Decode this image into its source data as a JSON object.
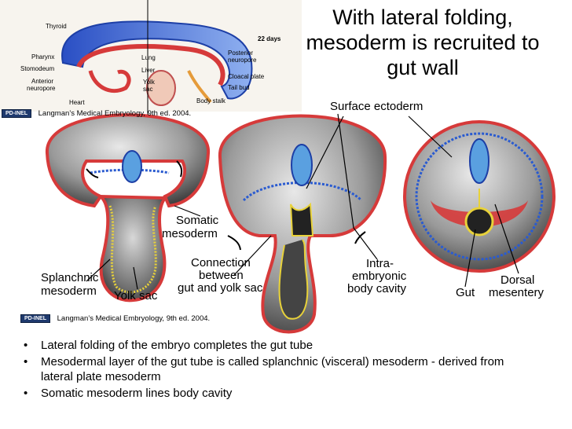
{
  "title": "With lateral folding, mesoderm is recruited to gut wall",
  "top_figure": {
    "labels": {
      "thyroid": "Thyroid",
      "pharynx": "Pharynx",
      "stomodeum": "Stomodeum",
      "anterior_neuropore": "Anterior\nneuropore",
      "heart": "Heart",
      "lung": "Lung",
      "liver": "Liver",
      "yolk_sac": "Yolk\nsac",
      "age": "22 days",
      "posterior_neuropore": "Posterior\nneuropore",
      "cloacal_plate": "Cloacal plate",
      "tail_bud": "Tail bud",
      "body_stalk": "Body stalk"
    },
    "caption_badge": "PD-INEL",
    "caption": "Langman’s Medical Embryology, 9th ed. 2004."
  },
  "main_figure": {
    "labels": {
      "surface_ectoderm": "Surface ectoderm",
      "somatic_mesoderm": "Somatic\nmesoderm",
      "splanchnic_mesoderm": "Splanchnic\nmesoderm",
      "yolk_sac": "Yolk sac",
      "connection": "Connection\nbetween\ngut and yolk sac",
      "intraembryonic_cavity": "Intra-\nembryonic\nbody cavity",
      "gut": "Gut",
      "dorsal_mesentery": "Dorsal\nmesentery"
    },
    "caption_badge": "PD-INEL",
    "caption": "Langman’s Medical Embryology, 9th ed. 2004."
  },
  "bullets": [
    "Lateral folding of the embryo completes the gut tube",
    "Mesodermal layer of the gut tube is called splanchnic (visceral) mesoderm - derived from lateral plate mesoderm",
    "Somatic mesoderm lines body cavity"
  ]
}
